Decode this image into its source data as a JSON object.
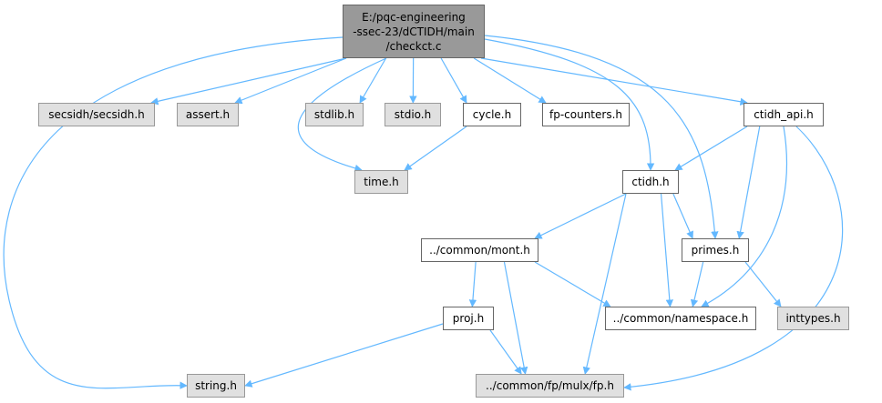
{
  "graph": {
    "colors": {
      "edge": "#63b8ff",
      "node_border": "#666666",
      "main_fill": "#999999",
      "system_fill": "#e0e0e0"
    },
    "nodes": [
      {
        "id": "checkct",
        "label": "E:/pqc-engineering\n-ssec-23/dCTIDH/main\n/checkct.c",
        "kind": "main"
      },
      {
        "id": "secsidh",
        "label": "secsidh/secsidh.h",
        "kind": "system"
      },
      {
        "id": "assert",
        "label": "assert.h",
        "kind": "system"
      },
      {
        "id": "stdlib",
        "label": "stdlib.h",
        "kind": "system"
      },
      {
        "id": "stdio",
        "label": "stdio.h",
        "kind": "system"
      },
      {
        "id": "cycle",
        "label": "cycle.h",
        "kind": "local"
      },
      {
        "id": "fpcounters",
        "label": "fp-counters.h",
        "kind": "local"
      },
      {
        "id": "ctidh_api",
        "label": "ctidh_api.h",
        "kind": "local"
      },
      {
        "id": "time",
        "label": "time.h",
        "kind": "system"
      },
      {
        "id": "ctidh",
        "label": "ctidh.h",
        "kind": "local"
      },
      {
        "id": "mont",
        "label": "../common/mont.h",
        "kind": "local"
      },
      {
        "id": "primes",
        "label": "primes.h",
        "kind": "local"
      },
      {
        "id": "proj",
        "label": "proj.h",
        "kind": "local"
      },
      {
        "id": "namespace",
        "label": "../common/namespace.h",
        "kind": "local"
      },
      {
        "id": "inttypes",
        "label": "inttypes.h",
        "kind": "system"
      },
      {
        "id": "string",
        "label": "string.h",
        "kind": "system"
      },
      {
        "id": "fp",
        "label": "../common/fp/mulx/fp.h",
        "kind": "system"
      }
    ],
    "edges": [
      [
        "checkct",
        "secsidh"
      ],
      [
        "checkct",
        "assert"
      ],
      [
        "checkct",
        "stdlib"
      ],
      [
        "checkct",
        "stdio"
      ],
      [
        "checkct",
        "cycle"
      ],
      [
        "checkct",
        "fpcounters"
      ],
      [
        "checkct",
        "ctidh_api"
      ],
      [
        "checkct",
        "time"
      ],
      [
        "checkct",
        "ctidh"
      ],
      [
        "checkct",
        "primes"
      ],
      [
        "checkct",
        "string"
      ],
      [
        "cycle",
        "time"
      ],
      [
        "ctidh_api",
        "ctidh"
      ],
      [
        "ctidh_api",
        "primes"
      ],
      [
        "ctidh_api",
        "namespace"
      ],
      [
        "ctidh_api",
        "fp"
      ],
      [
        "ctidh",
        "mont"
      ],
      [
        "ctidh",
        "primes"
      ],
      [
        "ctidh",
        "namespace"
      ],
      [
        "ctidh",
        "fp"
      ],
      [
        "mont",
        "proj"
      ],
      [
        "mont",
        "namespace"
      ],
      [
        "mont",
        "fp"
      ],
      [
        "primes",
        "namespace"
      ],
      [
        "primes",
        "inttypes"
      ],
      [
        "proj",
        "string"
      ],
      [
        "proj",
        "fp"
      ]
    ]
  }
}
